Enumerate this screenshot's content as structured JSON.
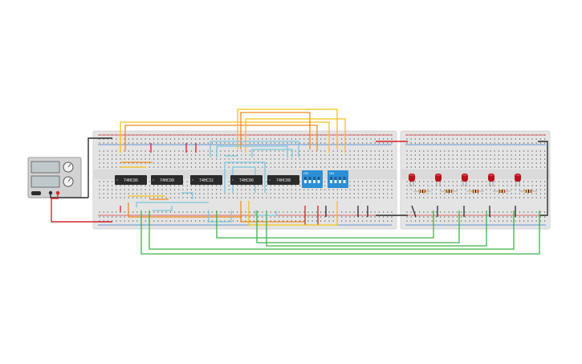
{
  "colors": {
    "canvas_bg": "#ffffff",
    "breadboard": "#e4e4e4",
    "breadboard_edge": "#d6d6d6",
    "hole": "#5a5a5a",
    "rail_red": "#d93a3a",
    "rail_blue": "#3a7bd5",
    "chip": "#2b2b2b",
    "dip_switch": "#2a8fd6",
    "wire_yellow": "#f2c318",
    "wire_orange": "#f08a1e",
    "wire_red": "#d4232a",
    "wire_black": "#2b2b2b",
    "wire_light_blue": "#7cc6dc",
    "wire_green": "#3cb44a",
    "led_red": "#b8131c",
    "resistor": "#d9b27a",
    "power_supply": "#d2d2d2"
  },
  "power_supply": {
    "icon": "power-supply-icon"
  },
  "chips": [
    {
      "label": "74HC86"
    },
    {
      "label": "74HC08"
    },
    {
      "label": "74HC32"
    },
    {
      "label": "74HC86"
    },
    {
      "label": "74HC08"
    }
  ],
  "dip_switches": [
    {
      "label": "ON"
    },
    {
      "label": "ON"
    }
  ],
  "leds": [
    {
      "icon": "led-icon"
    },
    {
      "icon": "led-icon"
    },
    {
      "icon": "led-icon"
    },
    {
      "icon": "led-icon"
    },
    {
      "icon": "led-icon"
    }
  ]
}
